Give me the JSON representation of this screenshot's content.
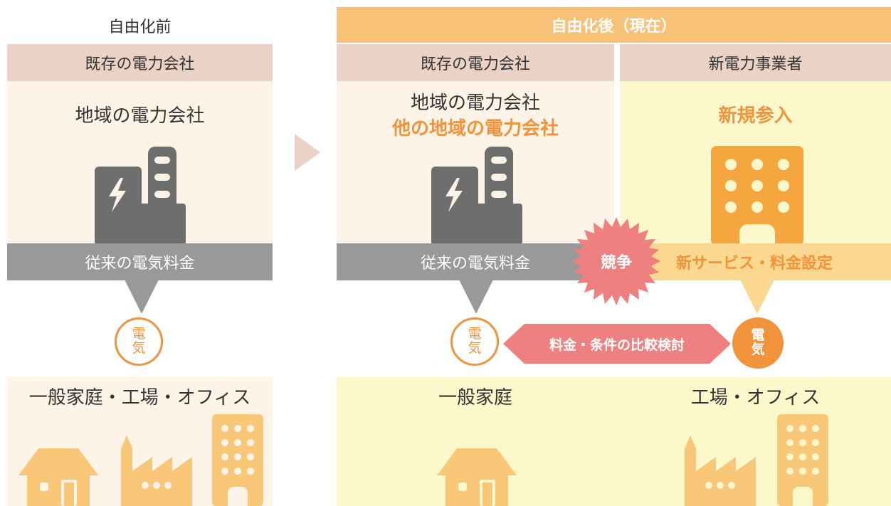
{
  "before": {
    "title": "自由化前",
    "company_header": "既存の電力会社",
    "company_name": "地域の電力会社",
    "rate_label": "従来の電気料金",
    "elec": [
      "電",
      "気"
    ],
    "consumers": "一般家庭・工場・オフィス"
  },
  "after": {
    "title": "自由化後（現在）",
    "existing_header": "既存の電力会社",
    "new_header": "新電力事業者",
    "existing_line1": "地域の電力会社",
    "existing_line2": "他の地域の電力会社",
    "new_entry": "新規参入",
    "existing_rate": "従来の電気料金",
    "competition": "競争",
    "new_rate": "新サービス・料金設定",
    "compare": "料金・条件の比較検討",
    "elec_left": [
      "電",
      "気"
    ],
    "elec_right": [
      "電",
      "気"
    ],
    "households": "一般家庭",
    "factories_offices": "工場・オフィス"
  },
  "colors": {
    "header_bar": "#f8c178",
    "company_header_bg": "#ead3c6",
    "panel_before_bg": "#fdf3e6",
    "panel_new_bg": "#fdf7cc",
    "gray_bar": "#999999",
    "orange": "#f0933a",
    "light_orange_bar": "#fbd88f",
    "pink": "#ef8080",
    "icon_light": "#f8c778",
    "icon_dark": "#6e6e6e"
  }
}
